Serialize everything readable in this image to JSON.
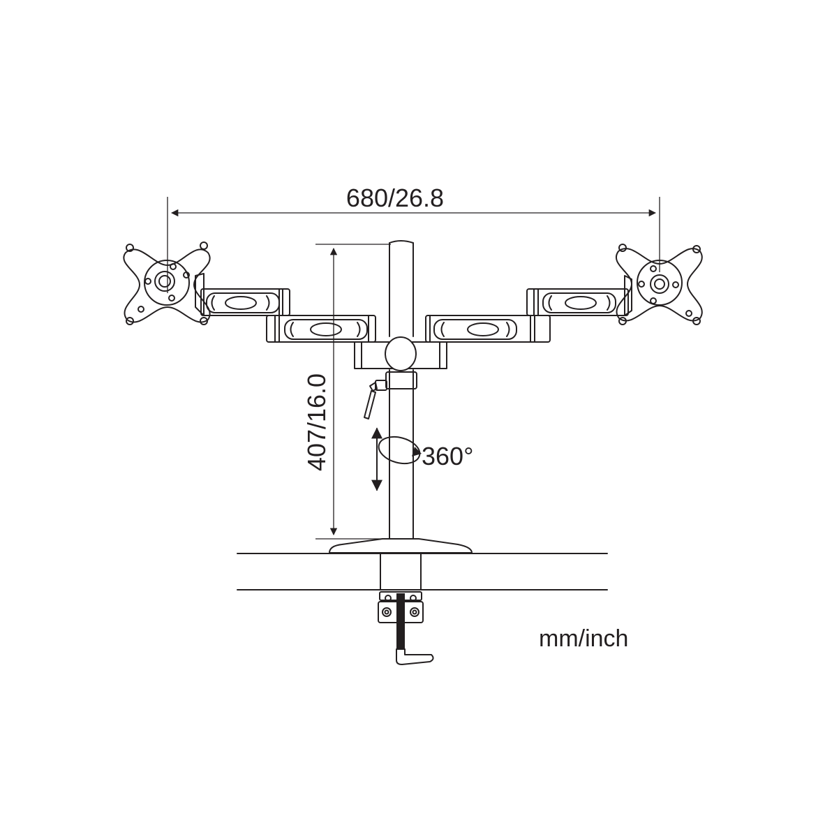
{
  "dimensions": {
    "width_label": "680/26.8",
    "height_label": "407/16.0",
    "rotation_label": "360°"
  },
  "units_label": "mm/inch",
  "colors": {
    "line": "#231f20",
    "background": "#ffffff"
  }
}
